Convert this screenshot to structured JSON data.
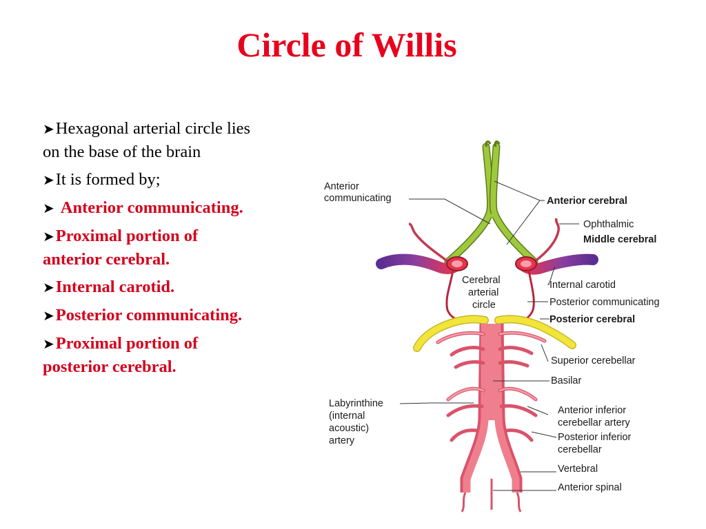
{
  "title": "Circle of Willis",
  "bullets": [
    {
      "lines": [
        "Hexagonal arterial circle lies",
        "on the base of the brain"
      ],
      "style": "plain"
    },
    {
      "lines": [
        "It is formed by;"
      ],
      "style": "plain"
    },
    {
      "lines": [
        "Anterior communicating."
      ],
      "style": "red"
    },
    {
      "lines": [
        "Proximal portion of",
        "anterior cerebral."
      ],
      "style": "red"
    },
    {
      "lines": [
        "Internal carotid."
      ],
      "style": "red"
    },
    {
      "lines": [
        "Posterior communicating."
      ],
      "style": "red"
    },
    {
      "lines": [
        "Proximal portion of",
        "posterior cerebral."
      ],
      "style": "red"
    }
  ],
  "diagram": {
    "labels": {
      "anterior_communicating": [
        "Anterior",
        "communicating"
      ],
      "anterior_cerebral": "Anterior cerebral",
      "ophthalmic": "Ophthalmic",
      "middle_cerebral": "Middle cerebral",
      "cerebral_arterial_circle": [
        "Cerebral",
        "arterial",
        "circle"
      ],
      "internal_carotid": "Internal carotid",
      "posterior_communicating": "Posterior communicating",
      "posterior_cerebral": "Posterior cerebral",
      "superior_cerebellar": "Superior cerebellar",
      "basilar": "Basilar",
      "labyrinthine": [
        "Labyrinthine",
        "(internal",
        "acoustic)",
        "artery"
      ],
      "anterior_inferior_cerebellar": [
        "Anterior inferior",
        "cerebellar artery"
      ],
      "posterior_inferior_cerebellar": [
        "Posterior inferior",
        "cerebellar"
      ],
      "vertebral": "Vertebral",
      "anterior_spinal": "Anterior spinal"
    },
    "colors": {
      "artery_pink": "#f07f8e",
      "artery_pink_dark": "#d9536a",
      "anterior_cerebral_green": "#9ec93c",
      "middle_cerebral_purple": "#5b2e91",
      "posterior_cerebral_yellow": "#f2e53a",
      "carotid_red": "#e8334a"
    }
  }
}
